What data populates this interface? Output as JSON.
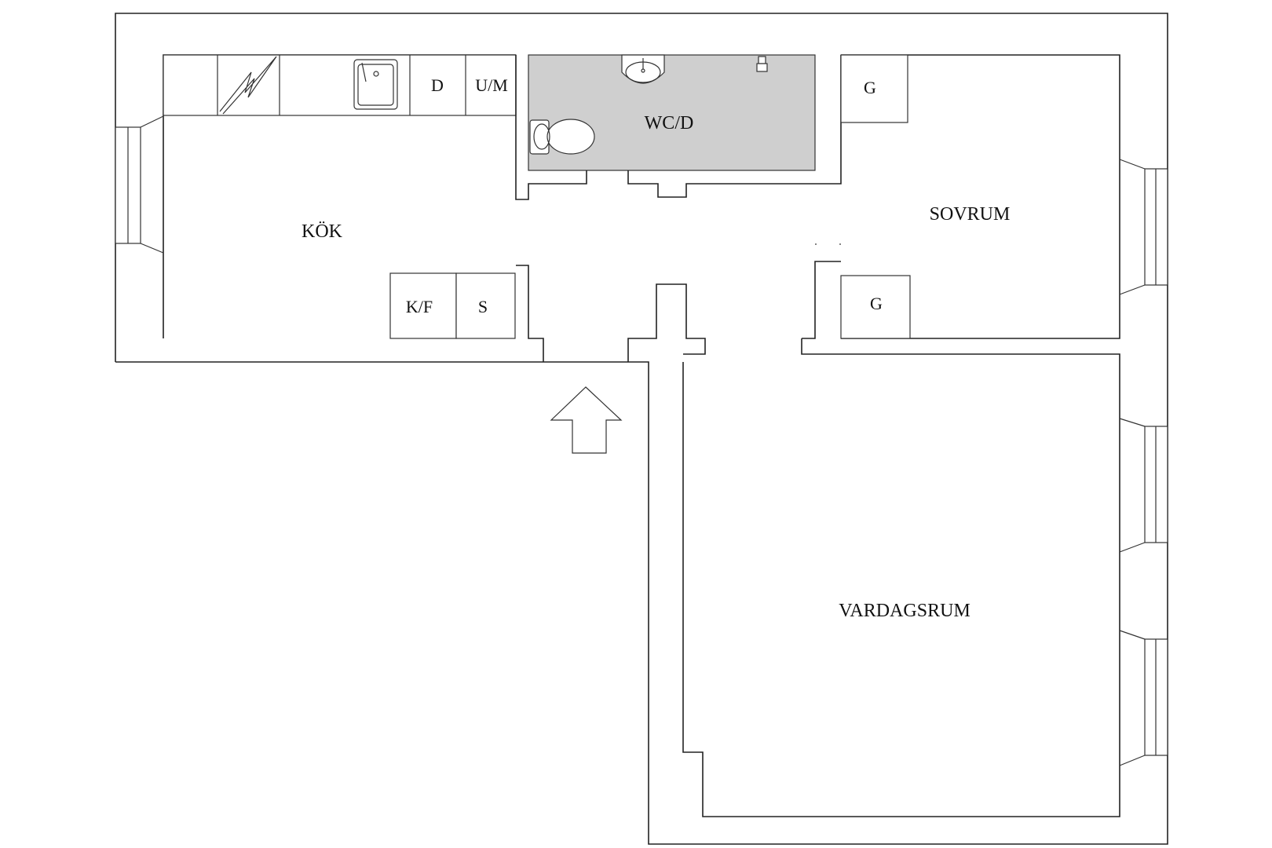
{
  "rooms": {
    "kitchen": "KÖK",
    "bathroom": "WC/D",
    "bedroom": "SOVRUM",
    "living_room": "VARDAGSRUM"
  },
  "fixtures": {
    "dishwasher": "D",
    "washer_dryer": "U/M",
    "fridge_freezer": "K/F",
    "cabinet": "S",
    "wardrobe_top": "G",
    "wardrobe_bottom": "G"
  },
  "icons": {
    "entrance": "entrance-arrow-icon",
    "stove": "stove-icon",
    "sink": "kitchen-sink-icon",
    "washbasin": "washbasin-icon",
    "toilet": "toilet-icon",
    "shower": "shower-head-icon"
  },
  "colors": {
    "wall": "#222222",
    "bathroom_fill": "#cfcfcf"
  }
}
